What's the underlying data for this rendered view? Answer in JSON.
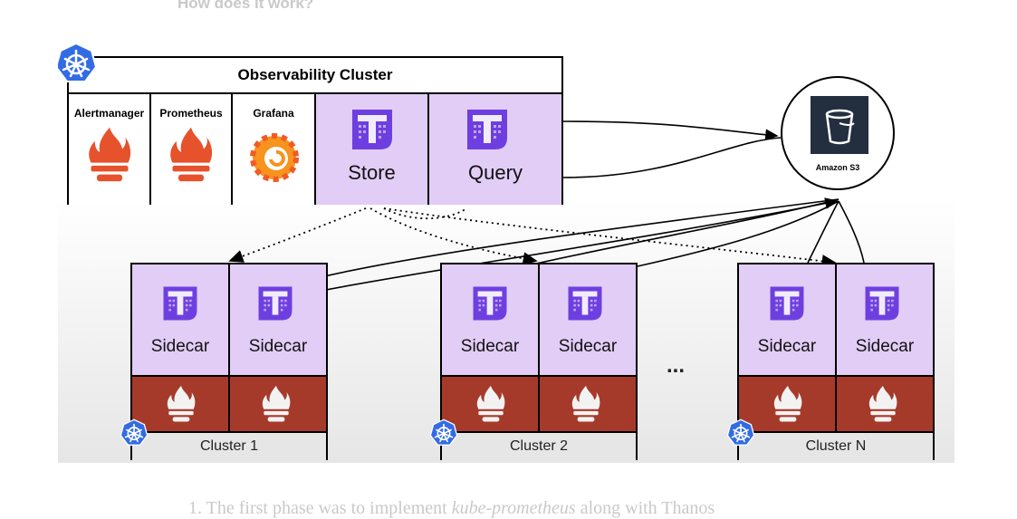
{
  "page": {
    "heading": "How does it work?",
    "footer_number": "1.",
    "footer_text_a": "The first phase was to implement",
    "footer_text_em": "kube-prometheus",
    "footer_text_b": "along with Thanos"
  },
  "diagram": {
    "observability_cluster": {
      "title": "Observability Cluster",
      "components": [
        {
          "label": "Alertmanager",
          "icon": "prometheus-flame-icon"
        },
        {
          "label": "Prometheus",
          "icon": "prometheus-flame-icon"
        },
        {
          "label": "Grafana",
          "icon": "grafana-swirl-icon"
        },
        {
          "label": "Store",
          "icon": "thanos-icon"
        },
        {
          "label": "Query",
          "icon": "thanos-icon"
        }
      ]
    },
    "s3": {
      "label": "Amazon S3",
      "icon": "s3-bucket-icon"
    },
    "clusters": [
      {
        "label": "Cluster 1",
        "sidecars": [
          "Sidecar",
          "Sidecar"
        ]
      },
      {
        "label": "Cluster 2",
        "sidecars": [
          "Sidecar",
          "Sidecar"
        ]
      },
      {
        "label": "Cluster N",
        "sidecars": [
          "Sidecar",
          "Sidecar"
        ]
      }
    ],
    "ellipsis": "...",
    "colors": {
      "thanos_purple": "#6e3fe0",
      "cell_purple": "#e2cdf6",
      "prometheus_orange": "#e6522c",
      "grafana_orange": "#f7931e",
      "k8s_blue": "#326ce5",
      "prometheus_bar": "#a63a2a"
    }
  }
}
